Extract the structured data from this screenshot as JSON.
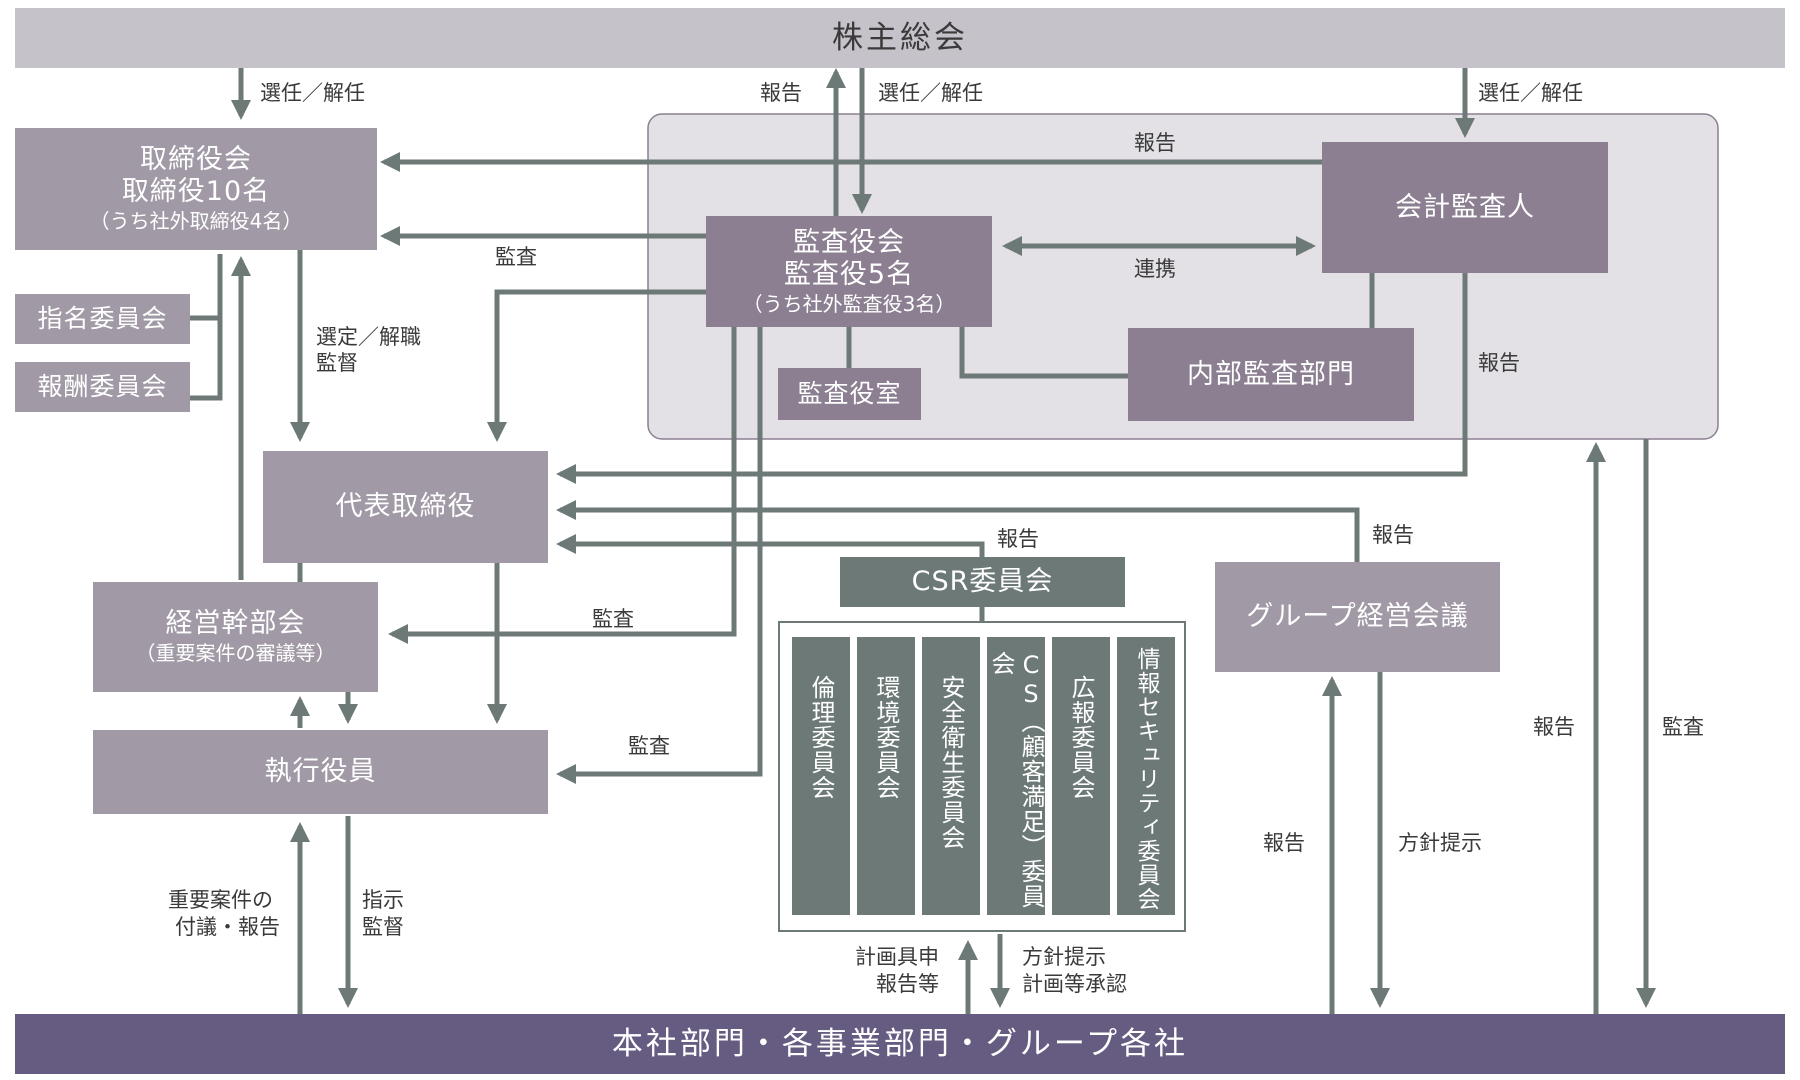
{
  "shareholders": "株主総会",
  "board": {
    "title": "取締役会",
    "line2": "取締役10名",
    "line3": "（うち社外取締役4名）"
  },
  "nomination": "指名委員会",
  "remuneration": "報酬委員会",
  "auditboard": {
    "title": "監査役会",
    "line2": "監査役5名",
    "line3": "（うち社外監査役3名）"
  },
  "audit_office": "監査役室",
  "accounting_auditor": "会計監査人",
  "internal_audit": "内部監査部門",
  "president": "代表取締役",
  "management_council": {
    "title": "経営幹部会",
    "line2": "（重要案件の審議等）"
  },
  "officers": "執行役員",
  "csr": "CSR委員会",
  "committees": [
    "倫理委員会",
    "環境委員会",
    "安全衛生委員会",
    "CS（顧客満足）委員会",
    "広報委員会",
    "情報セキュリティ委員会"
  ],
  "group_meeting": "グループ経営会議",
  "bottom": "本社部門・各事業部門・グループ各社",
  "labels": {
    "elect1": "選任／解任",
    "report_top": "報告",
    "elect2": "選任／解任",
    "elect3": "選任／解任",
    "report_acct_board": "報告",
    "audit_board": "監査",
    "coop": "連携",
    "select": "選定／解職",
    "supervise": "監督",
    "report_acct_pres": "報告",
    "report_csr": "報告",
    "report_group": "報告",
    "audit_council": "監査",
    "audit_officers": "監査",
    "important1": "重要案件の",
    "important2": "付議・報告",
    "instruct1": "指示",
    "instruct2": "監督",
    "plan1": "計画具申",
    "plan2": "報告等",
    "policy1": "方針提示",
    "policy2": "計画等承認",
    "report_gm": "報告",
    "policy_gm": "方針提示",
    "report_right": "報告",
    "audit_right": "監査"
  }
}
